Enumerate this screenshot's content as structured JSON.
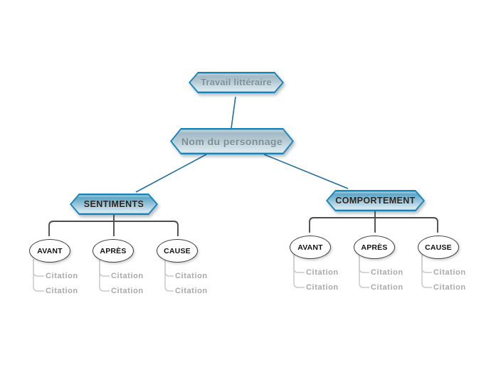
{
  "mindmap": {
    "root": {
      "label": "Travail littéraire"
    },
    "central": {
      "label": "Nom du personnage"
    },
    "branches": [
      {
        "label": "SENTIMENTS",
        "children": [
          {
            "label": "AVANT",
            "citations": [
              "Citation",
              "Citation"
            ]
          },
          {
            "label": "APRÈS",
            "citations": [
              "Citation",
              "Citation"
            ]
          },
          {
            "label": "CAUSE",
            "citations": [
              "Citation",
              "Citation"
            ]
          }
        ]
      },
      {
        "label": "COMPORTEMENT",
        "children": [
          {
            "label": "AVANT",
            "citations": [
              "Citation",
              "Citation"
            ]
          },
          {
            "label": "APRÈS",
            "citations": [
              "Citation",
              "Citation"
            ]
          },
          {
            "label": "CAUSE",
            "citations": [
              "Citation",
              "Citation"
            ]
          }
        ]
      }
    ],
    "colors": {
      "node_border": "#1583b8",
      "root_text": "#7d8d98",
      "branch_text": "#30211a",
      "child_text": "#111111",
      "citation_text": "#a9a9a9",
      "link_blue": "#1e6f9f",
      "link_dark": "#4d4d4d",
      "link_light": "#c9c9c9"
    }
  }
}
